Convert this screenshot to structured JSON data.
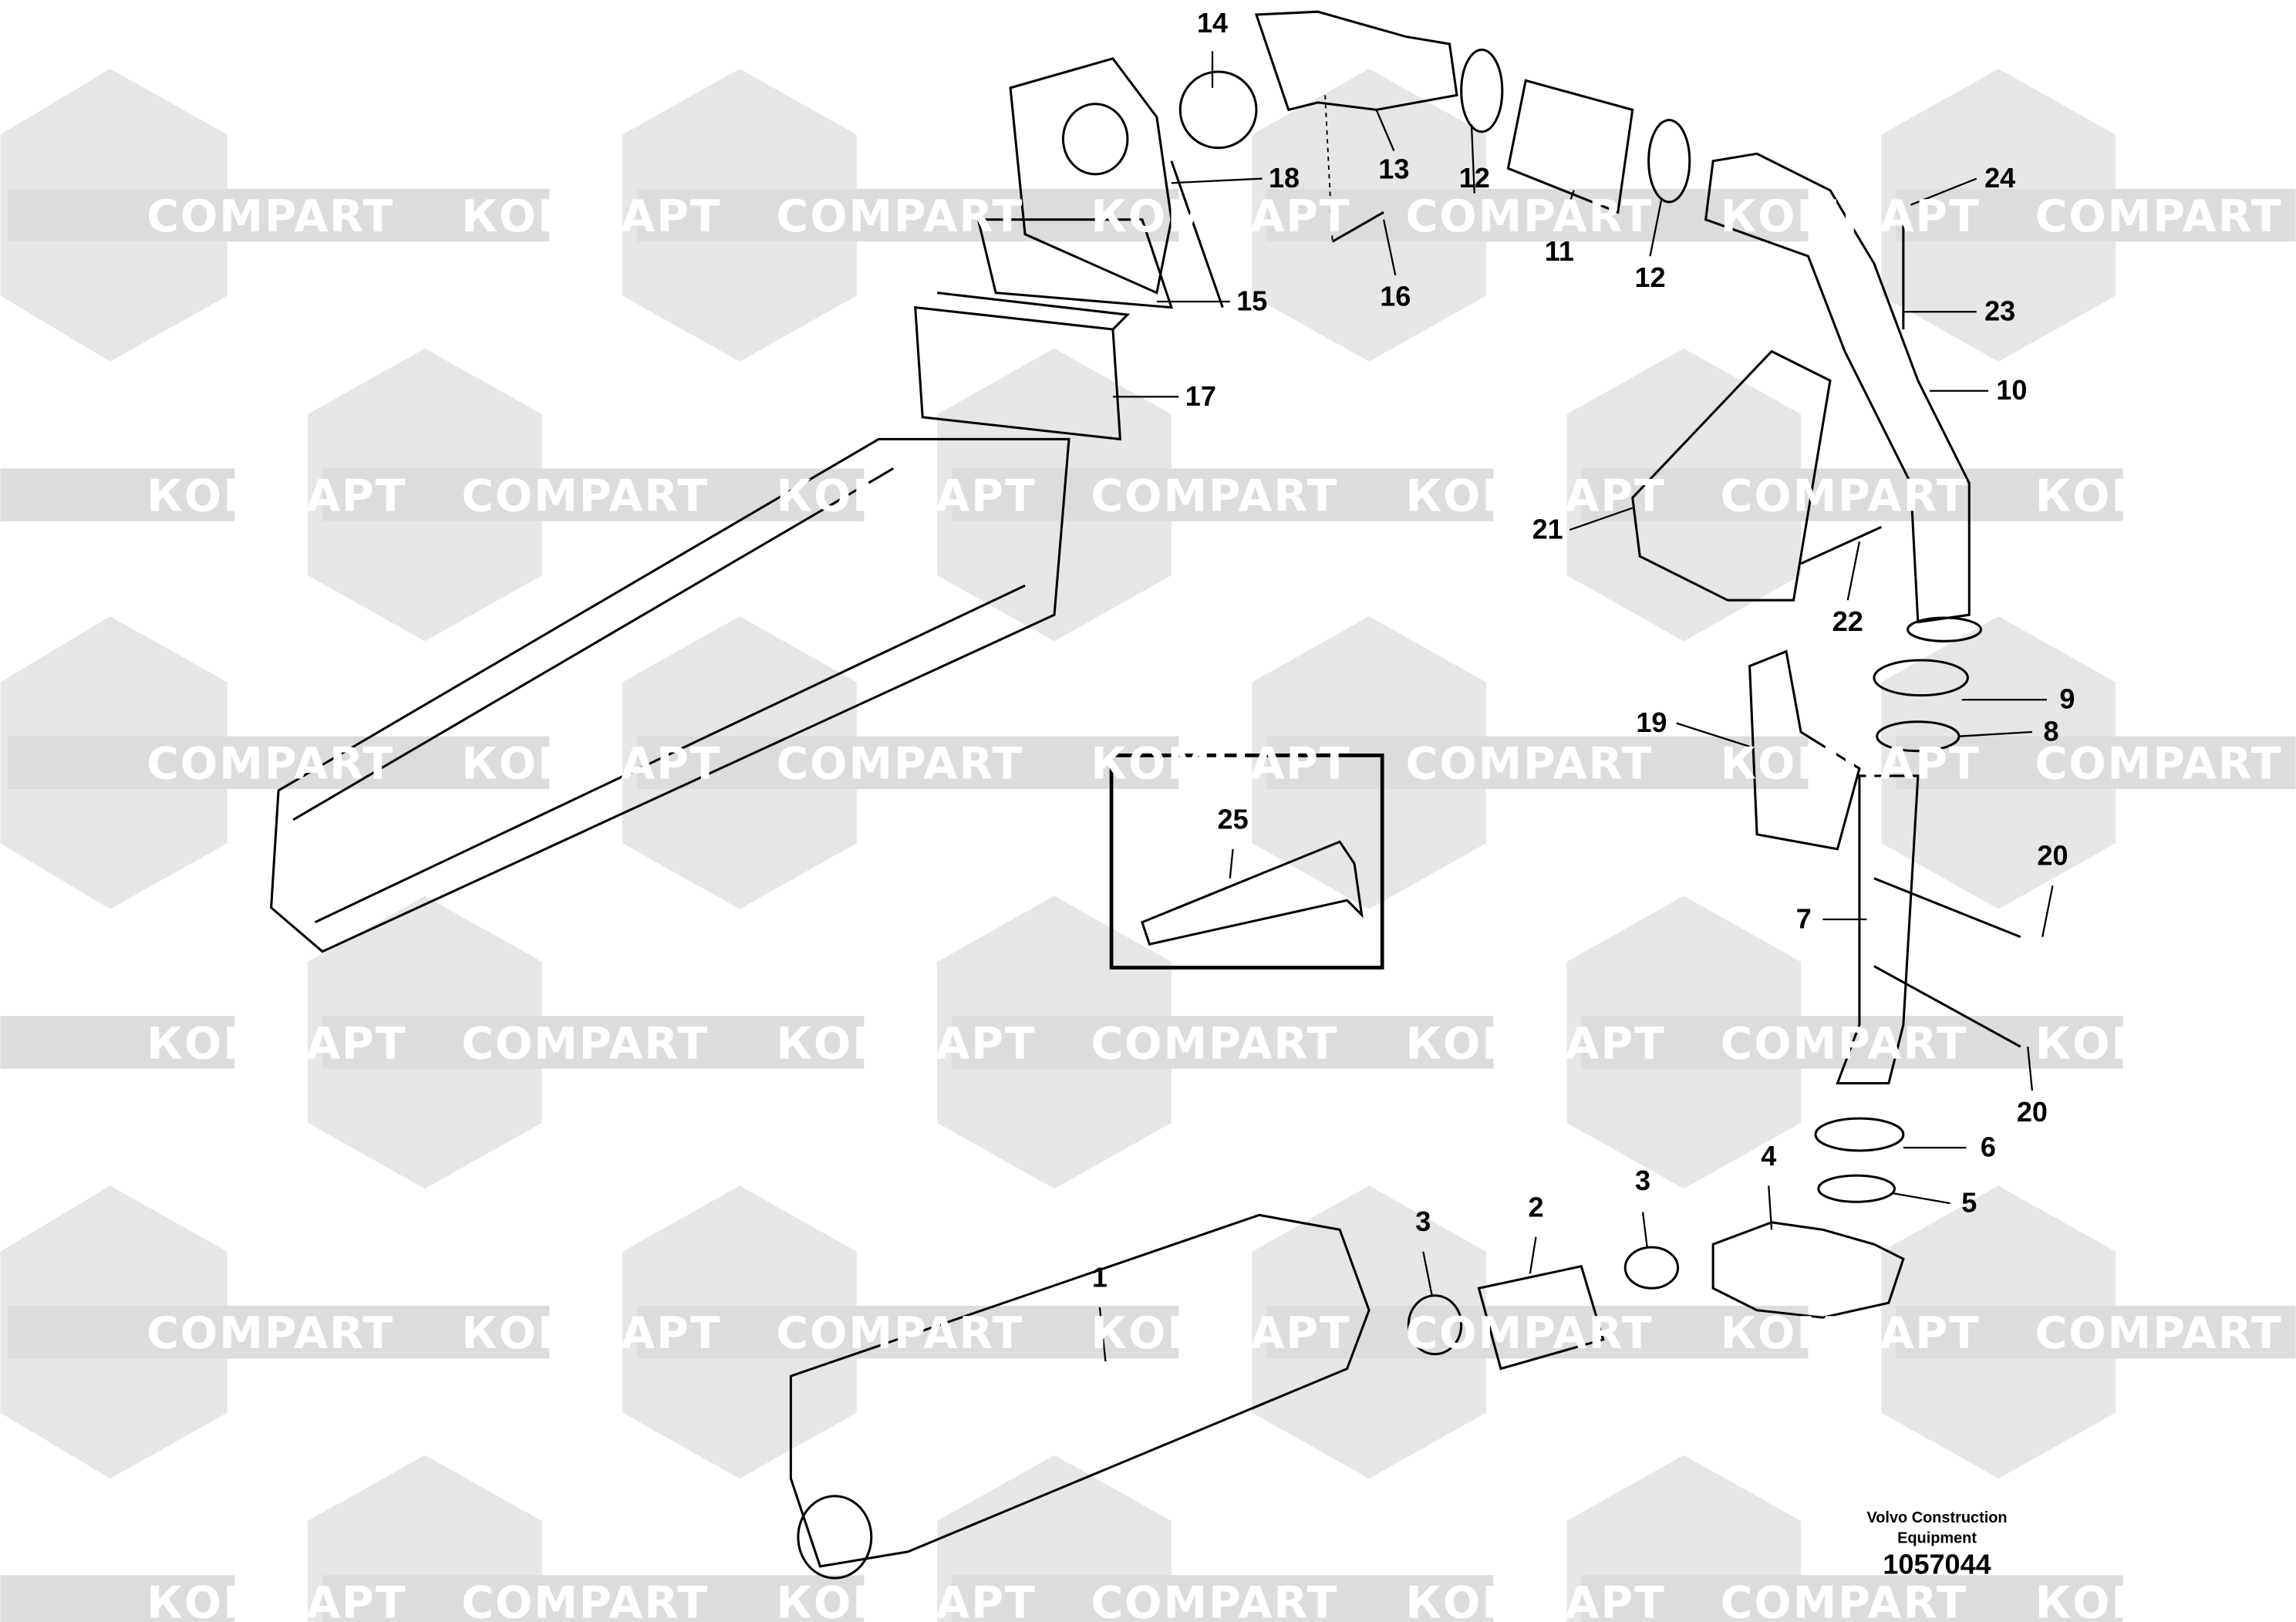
{
  "watermark": {
    "latin": "COMPART",
    "cyrillic": "КОМПАРТ"
  },
  "callouts": [
    "14",
    "13",
    "12",
    "11",
    "12",
    "18",
    "15",
    "16",
    "17",
    "24",
    "23",
    "10",
    "21",
    "22",
    "9",
    "8",
    "19",
    "20",
    "7",
    "20",
    "6",
    "5",
    "4",
    "3",
    "2",
    "3",
    "1",
    "25"
  ],
  "footer": {
    "line1": "Volvo Construction",
    "line2": "Equipment",
    "number": "1057044"
  }
}
